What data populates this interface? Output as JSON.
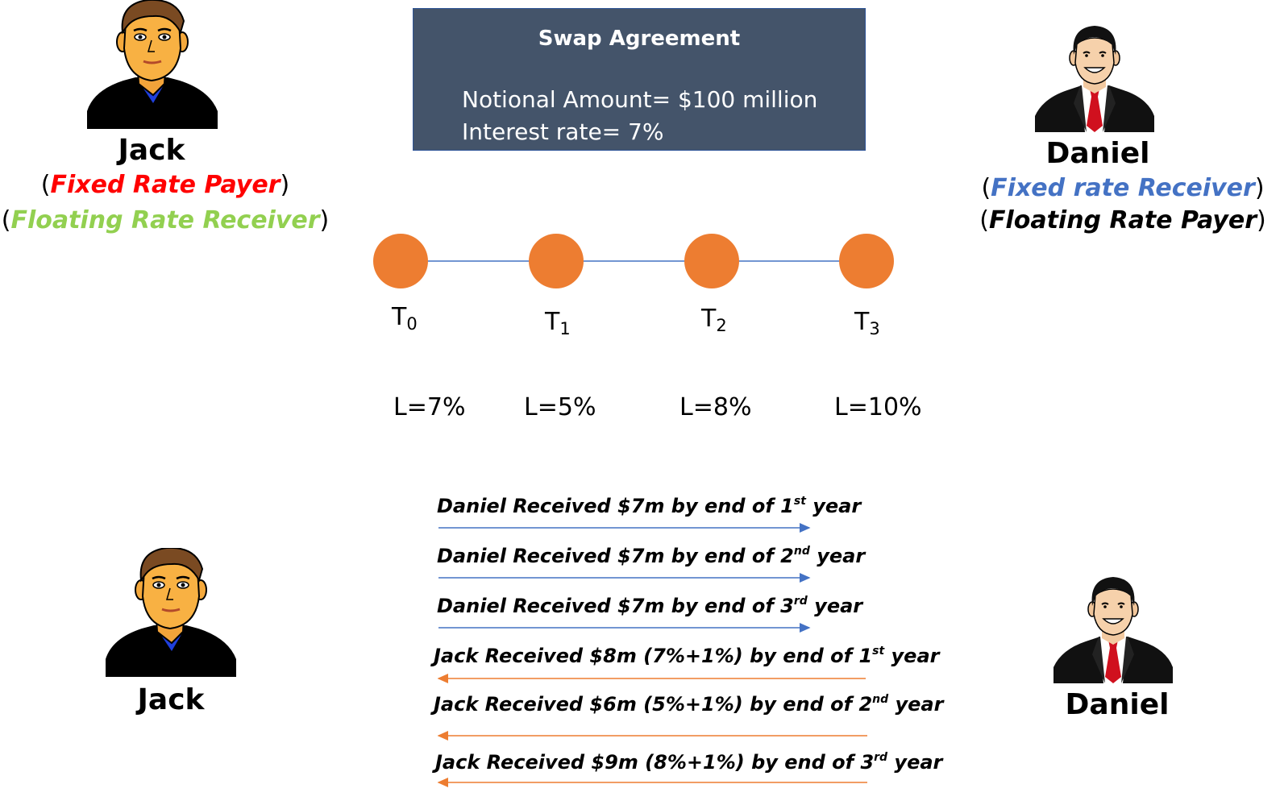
{
  "agreement": {
    "title": "Swap Agreement",
    "notional": "Notional Amount= $100 million",
    "rate": "Interest rate= 7%"
  },
  "jack": {
    "name": "Jack",
    "role1": "Fixed Rate Payer",
    "role2": "Floating Rate Receiver",
    "role1_color": "#ff0000",
    "role2_color": "#92d050"
  },
  "daniel": {
    "name": "Daniel",
    "role1": "Fixed rate Receiver",
    "role2": "Floating Rate Payer",
    "role1_color": "#4472c4",
    "role2_color": "#000000"
  },
  "timeline": {
    "node_color": "#ed7d31",
    "line_color": "#4472c4",
    "points": [
      {
        "t": "T",
        "sub": "0",
        "libor": "L=7%"
      },
      {
        "t": "T",
        "sub": "1",
        "libor": "L=5%"
      },
      {
        "t": "T",
        "sub": "2",
        "libor": "L=8%"
      },
      {
        "t": "T",
        "sub": "3",
        "libor": "L=10%"
      }
    ]
  },
  "flows": [
    {
      "pre": "Daniel Received $7m by end of 1",
      "sup": "st",
      "post": " year",
      "direction": "right",
      "color": "#4472c4"
    },
    {
      "pre": "Daniel Received $7m by end of 2",
      "sup": "nd",
      "post": " year",
      "direction": "right",
      "color": "#4472c4"
    },
    {
      "pre": "Daniel Received $7m by end of 3",
      "sup": "rd",
      "post": " year",
      "direction": "right",
      "color": "#4472c4"
    },
    {
      "pre": "Jack Received $8m (7%+1%) by end of 1",
      "sup": "st",
      "post": " year",
      "direction": "left",
      "color": "#ed7d31"
    },
    {
      "pre": "Jack Received $6m (5%+1%) by end of 2",
      "sup": "nd",
      "post": " year",
      "direction": "left",
      "color": "#ed7d31"
    },
    {
      "pre": "Jack Received $9m (8%+1%) by end of 3",
      "sup": "rd",
      "post": " year",
      "direction": "left",
      "color": "#ed7d31"
    }
  ],
  "bottom": {
    "jack_name": "Jack",
    "daniel_name": "Daniel"
  }
}
